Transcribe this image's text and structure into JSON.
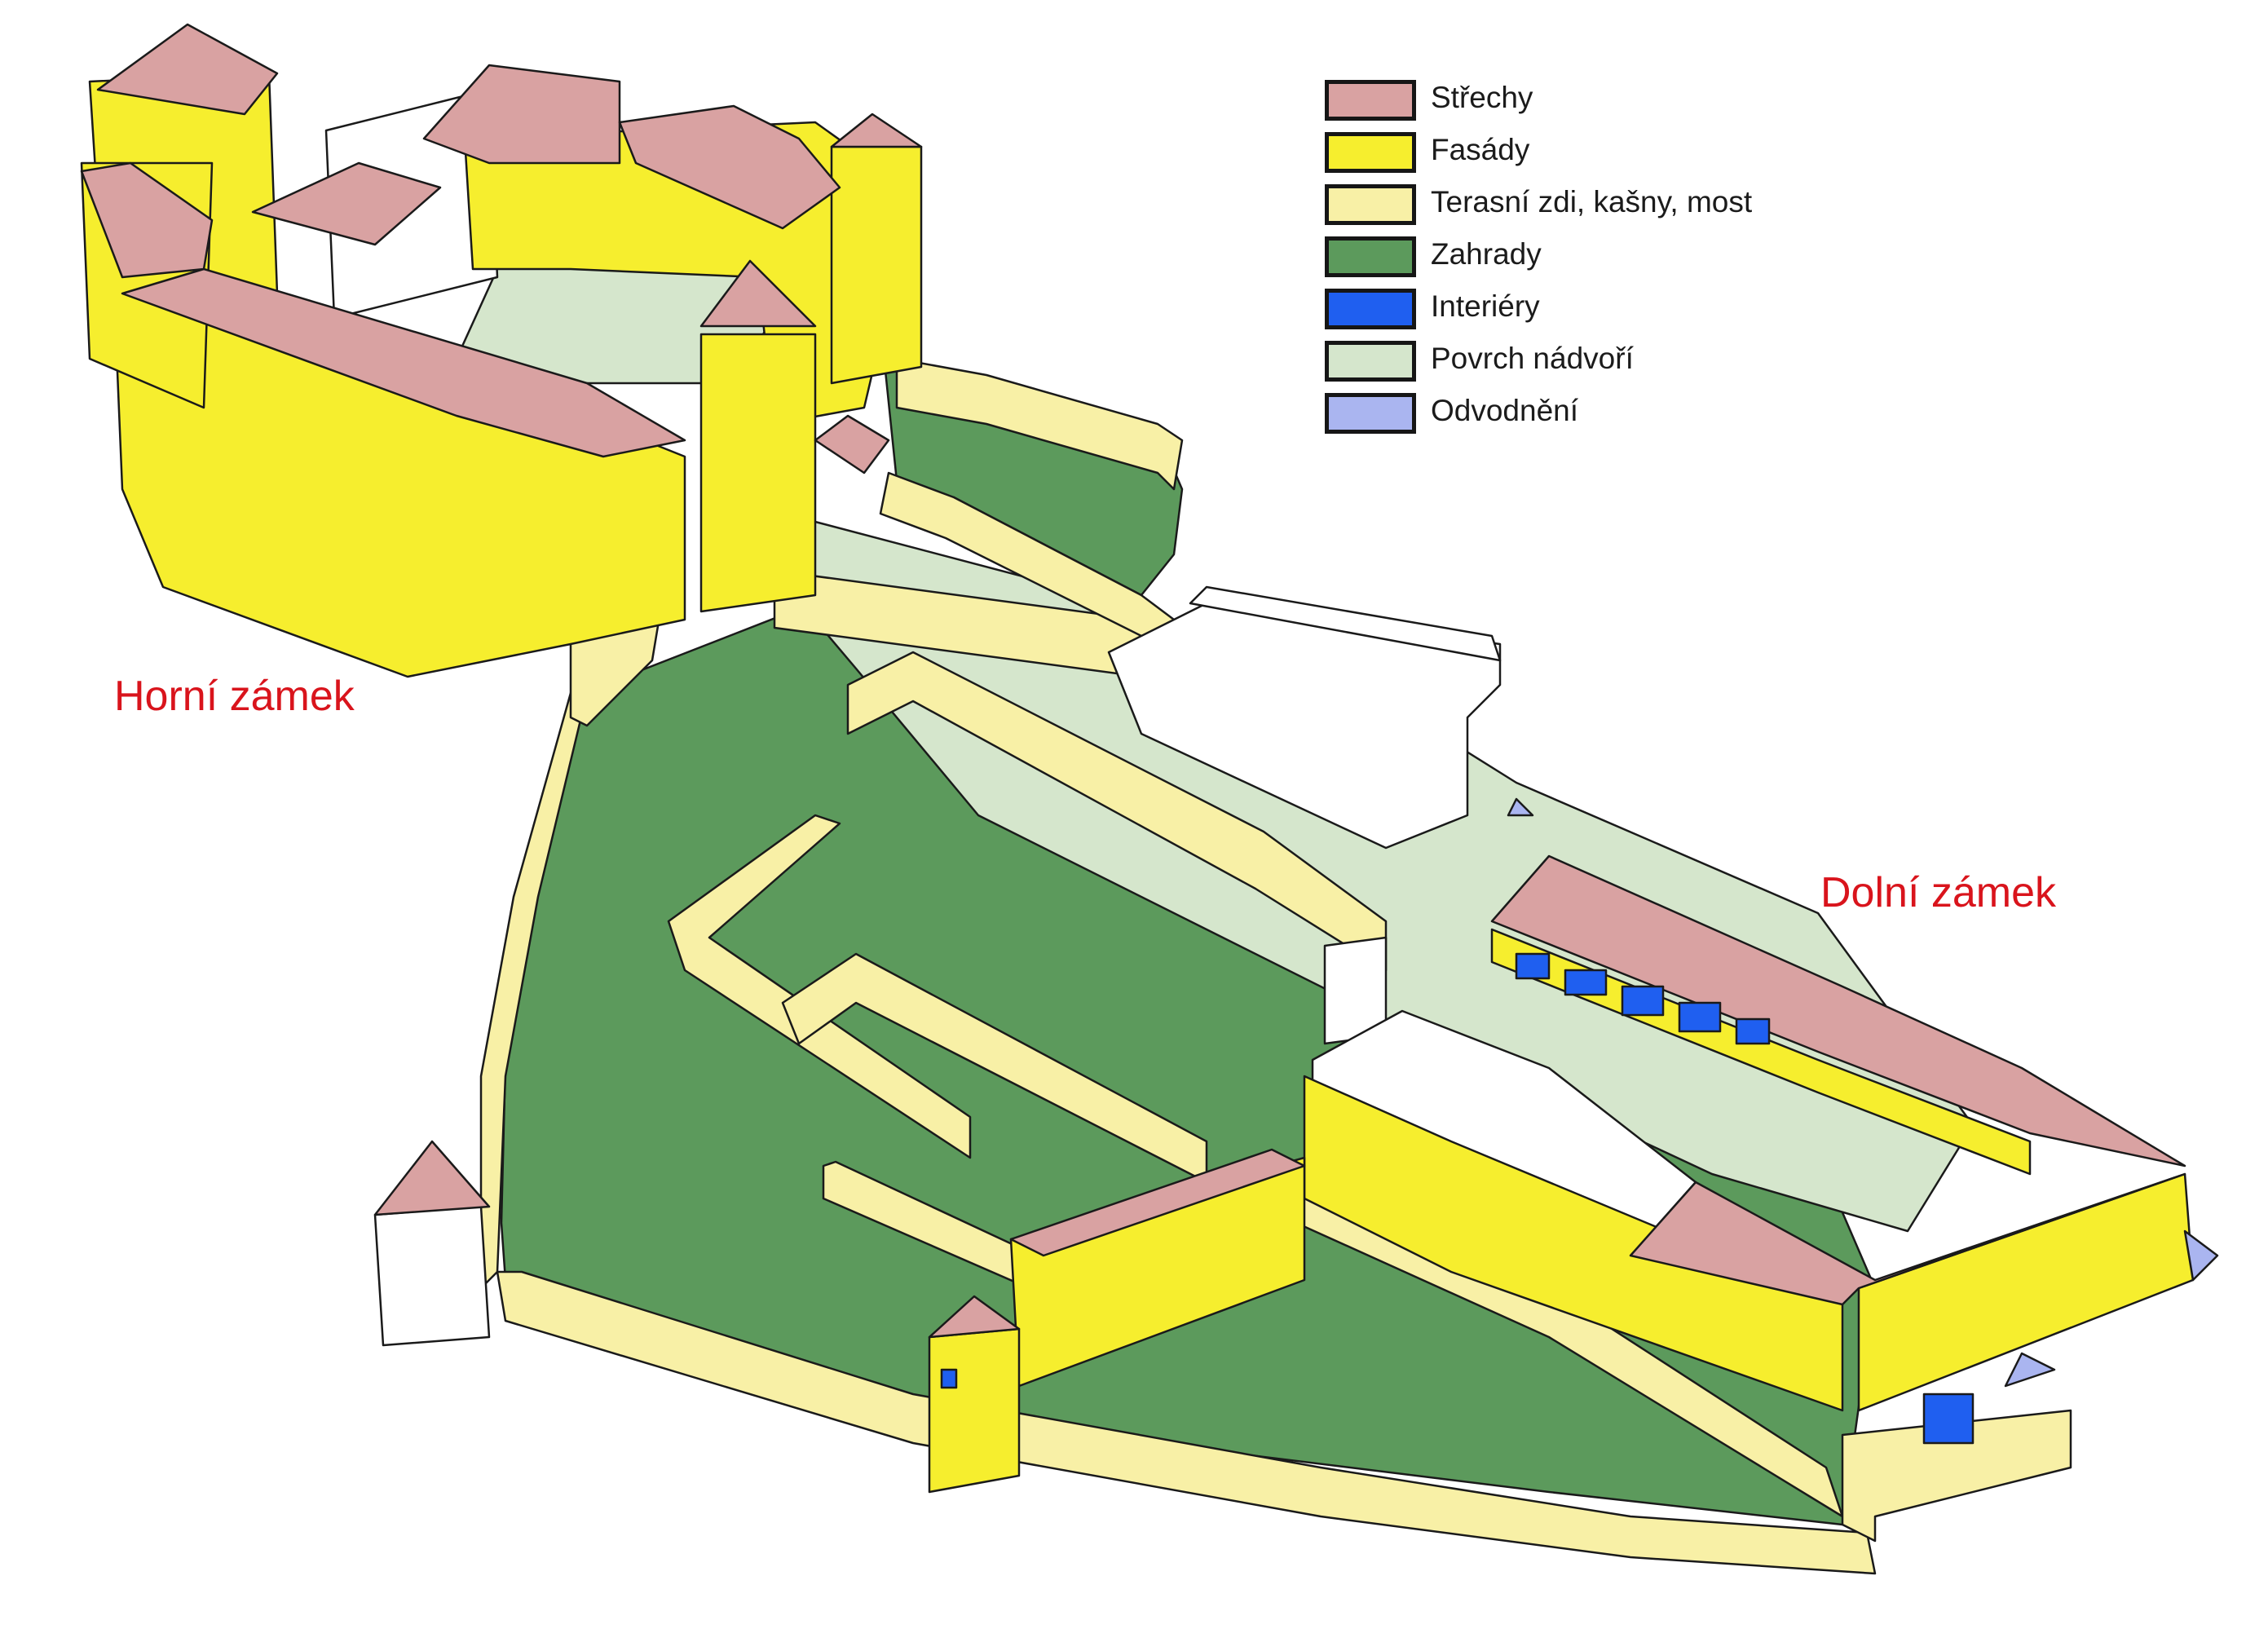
{
  "legend": {
    "items": [
      {
        "label": "Střechy",
        "color": "#d9a2a2"
      },
      {
        "label": "Fasády",
        "color": "#f6ee2e"
      },
      {
        "label": "Terasní zdi, kašny, most",
        "color": "#f8f0a6"
      },
      {
        "label": "Zahrady",
        "color": "#5c9a5c"
      },
      {
        "label": "Interiéry",
        "color": "#1f5ff0"
      },
      {
        "label": "Povrch nádvoří",
        "color": "#d5e6cc"
      },
      {
        "label": "Odvodnění",
        "color": "#aab5f0"
      }
    ]
  },
  "labels": {
    "upper_castle": "Horní zámek",
    "lower_castle": "Dolní zámek"
  },
  "colors": {
    "outline": "#1a1a1a",
    "label_red": "#d9141c",
    "unmarked": "#ffffff"
  }
}
